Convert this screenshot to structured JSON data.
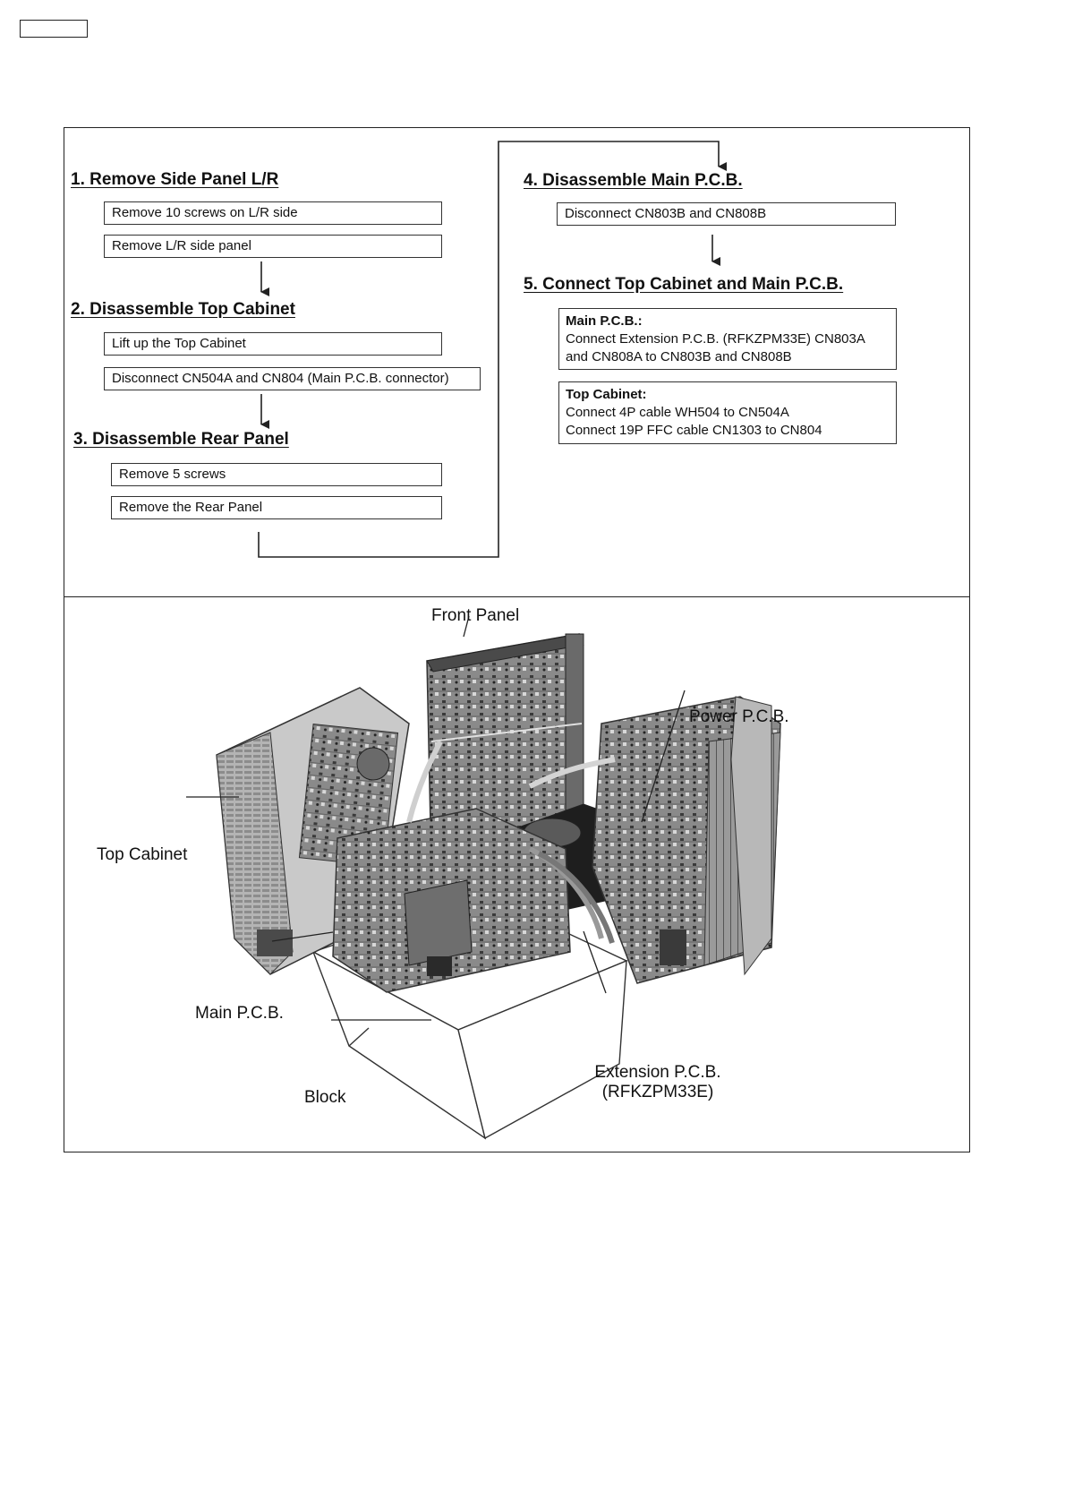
{
  "steps": [
    {
      "heading": "1. Remove Side Panel L/R",
      "items": [
        "Remove 10 screws on L/R side",
        "Remove L/R side panel"
      ]
    },
    {
      "heading": "2. Disassemble Top Cabinet",
      "items": [
        "Lift up the Top Cabinet",
        "Disconnect CN504A and CN804 (Main P.C.B. connector)"
      ]
    },
    {
      "heading": "3. Disassemble Rear Panel",
      "items": [
        "Remove 5 screws",
        "Remove the Rear Panel"
      ]
    },
    {
      "heading": "4. Disassemble Main P.C.B.",
      "items": [
        "Disconnect CN803B and CN808B"
      ]
    },
    {
      "heading": "5. Connect Top Cabinet and Main P.C.B.",
      "main_pcb": {
        "title": "Main P.C.B.:",
        "lines": [
          "Connect Extension P.C.B. (RFKZPM33E) CN803A",
          "and CN808A to CN803B and CN808B"
        ]
      },
      "top_cabinet": {
        "title": "Top Cabinet:",
        "lines": [
          "Connect 4P cable WH504 to CN504A",
          "Connect 19P FFC cable CN1303 to CN804"
        ]
      }
    }
  ],
  "illustration": {
    "labels": {
      "front_panel": "Front Panel",
      "power_pcb": "Power P.C.B.",
      "top_cabinet": "Top Cabinet",
      "main_pcb": "Main P.C.B.",
      "block": "Block",
      "extension_pcb": "Extension P.C.B.",
      "extension_pcb_code": "(RFKZPM33E)"
    }
  }
}
